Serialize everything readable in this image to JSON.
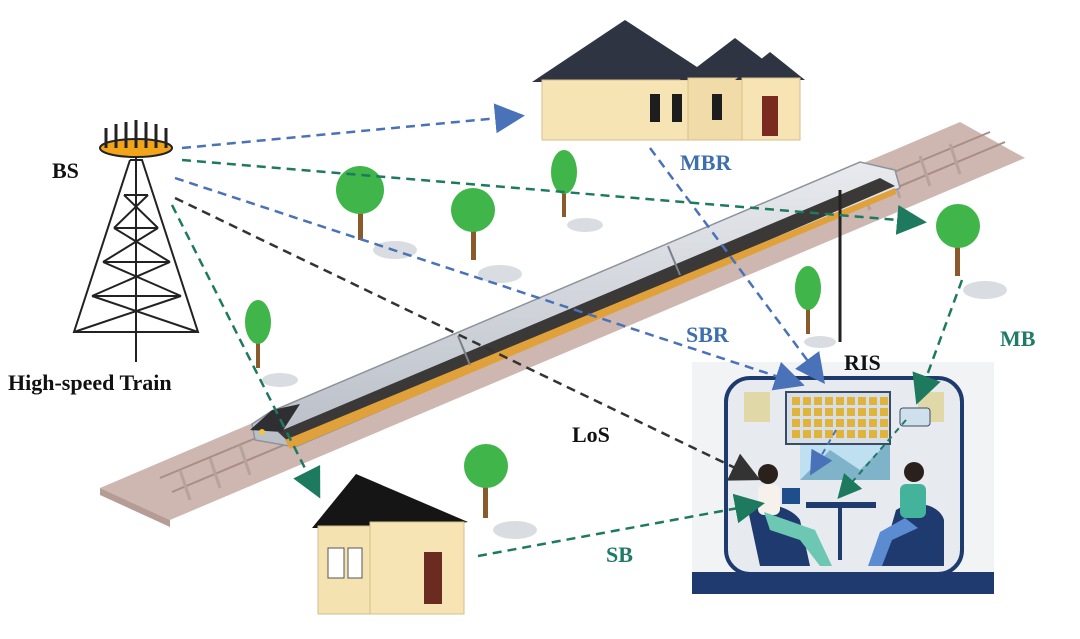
{
  "labels": {
    "bs": "BS",
    "train": "High-speed Train",
    "mbr": "MBR",
    "sbr": "SBR",
    "ris": "RIS",
    "mb": "MB",
    "los": "LoS",
    "sb": "SB"
  },
  "colors": {
    "blue_link": "#4a72b8",
    "green_link": "#1e7a5e",
    "los_link": "#333333",
    "label_blue": "#3e6db0",
    "label_green": "#207a68",
    "label_black": "#111111",
    "track_bed": "#cdb7b0",
    "house_wall": "#f6e4b4",
    "roof": "#2e3442",
    "tree": "#3fb54a",
    "cabin_border": "#1e3a6e",
    "tower_top": "#f2a519"
  }
}
